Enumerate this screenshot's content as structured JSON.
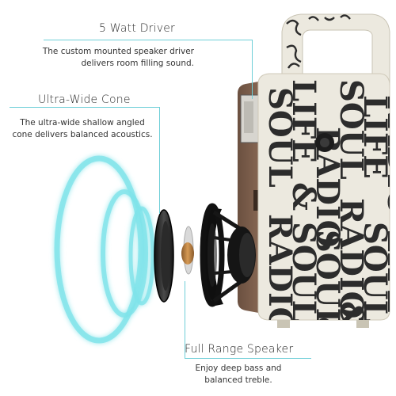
{
  "callouts": {
    "driver": {
      "title": "5 Watt Driver",
      "body_line1": "The custom mounted speaker driver",
      "body_line2": "delivers room filling sound."
    },
    "cone": {
      "title": "Ultra-Wide Cone",
      "body_line1": "The ultra-wide shallow angled",
      "body_line2": "cone delivers balanced acoustics."
    },
    "speaker": {
      "title": "Full Range Speaker",
      "body_line1": "Enjoy deep bass and",
      "body_line2": "balanced treble."
    }
  },
  "colors": {
    "accent_line": "#6fcfd8",
    "sound_wave": "#7fe3ea",
    "radio_body": "#ece9df",
    "radio_print": "#2c2c2c"
  },
  "radio_pattern_words": [
    "SOUL",
    "&",
    "RADIO",
    "LIFE"
  ]
}
